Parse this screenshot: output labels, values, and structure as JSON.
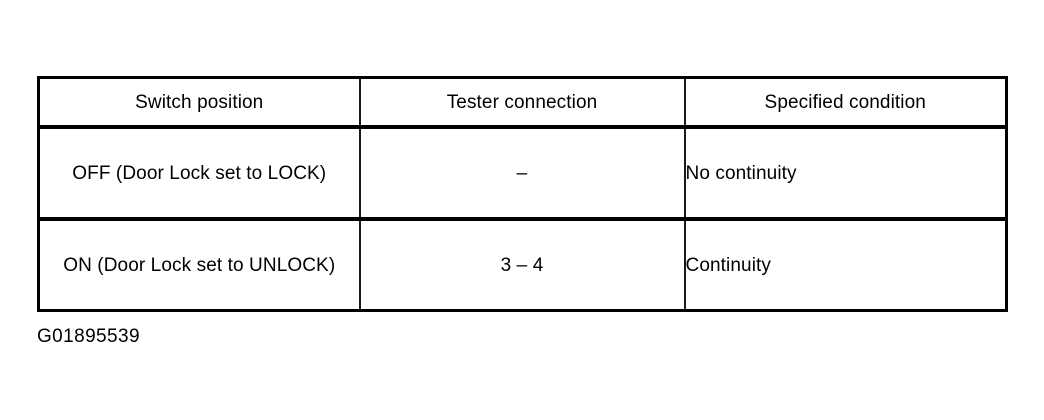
{
  "table": {
    "headers": [
      {
        "label": "Switch position",
        "align": "center"
      },
      {
        "label": "Tester connection",
        "align": "center"
      },
      {
        "label": "Specified  condition",
        "align": "center"
      }
    ],
    "rows": [
      {
        "switch_position": "OFF (Door Lock set to LOCK)",
        "tester_connection": "–",
        "specified_condition": "No continuity"
      },
      {
        "switch_position": "ON (Door Lock set to UNLOCK)",
        "tester_connection": "3 – 4",
        "specified_condition": "Continuity"
      }
    ]
  },
  "caption": {
    "text": "G01895539"
  },
  "colors": {
    "background": "#ffffff",
    "text": "#000000",
    "border": "#000000"
  }
}
